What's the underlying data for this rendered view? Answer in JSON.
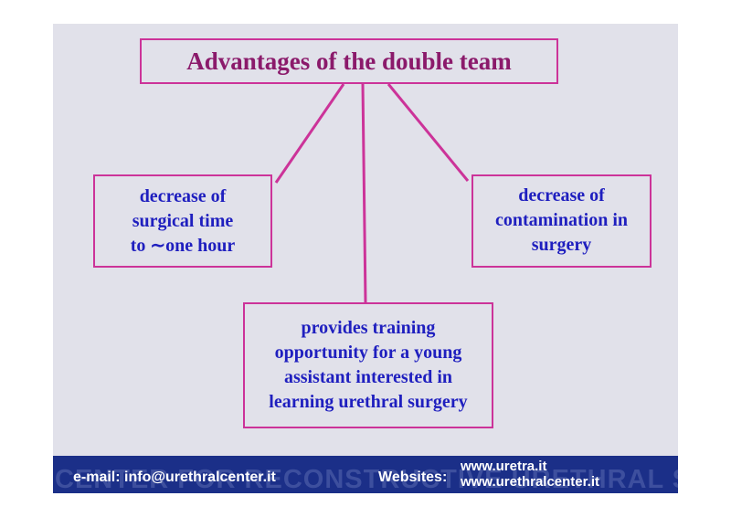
{
  "title": "Advantages of the double team",
  "boxes": {
    "left": "decrease of\nsurgical time\nto  ∼one hour",
    "right": "decrease of\ncontamination in\nsurgery",
    "bottom": "provides training\nopportunity for a young\nassistant interested in\nlearning urethral surgery"
  },
  "footer": {
    "watermark": "CENTER FOR RECONSTRUCTIVE URETHRAL SURGERY",
    "email": "e-mail: info@urethralcenter.it",
    "websites_label": "Websites:",
    "site1": "www.uretra.it",
    "site2": "www.urethralcenter.it"
  },
  "colors": {
    "slide_background": "#e1e1ea",
    "border": "#cc3399",
    "title_text": "#8b1a6b",
    "box_text": "#1f1fbf",
    "footer_background": "#1b2f88"
  }
}
